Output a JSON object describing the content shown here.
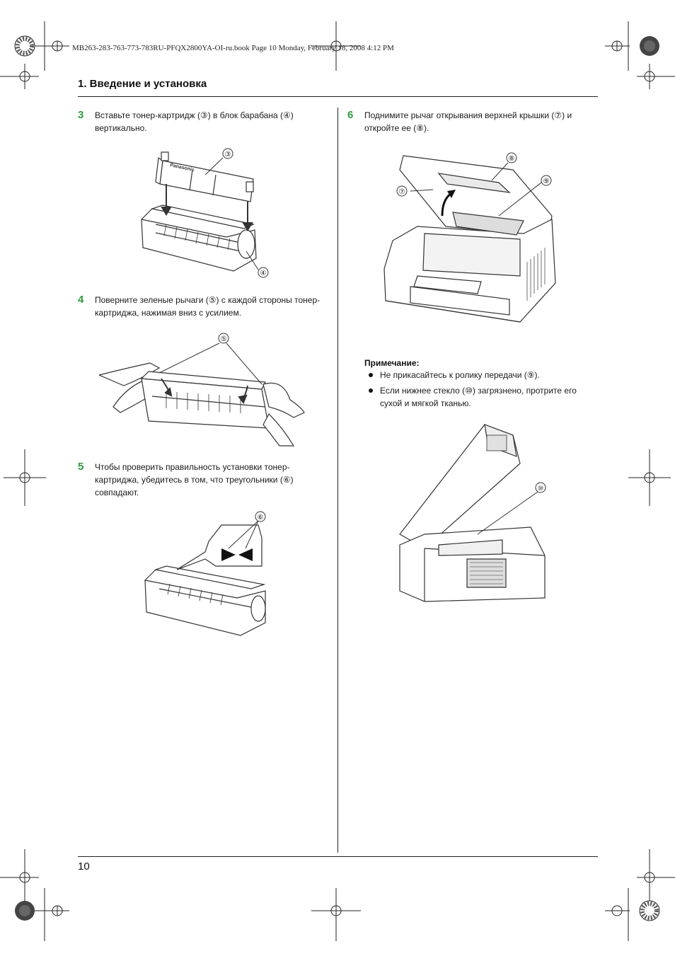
{
  "header": {
    "book_line": "MB263-283-763-773-783RU-PFQX2800YA-OI-ru.book  Page 10  Monday, February 18, 2008  4:12 PM",
    "section_title": "1. Введение и установка"
  },
  "steps": [
    {
      "number": "3",
      "line1": "Вставьте тонер-картридж (③) в блок барабана (④)",
      "line2": "вертикально.",
      "callouts": [
        "③",
        "④"
      ],
      "logo_text": "Panasonic"
    },
    {
      "number": "4",
      "line1": "Поверните зеленые рычаги (⑤) с каждой стороны тонер-",
      "line2": "картриджа, нажимая вниз с усилием.",
      "callouts": [
        "⑤"
      ]
    },
    {
      "number": "5",
      "line1": "Чтобы проверить правильность установки тонер-",
      "line2": "картриджа, убедитесь в том, что треугольники (⑥)",
      "line3": "совпадают.",
      "callouts": [
        "⑥"
      ]
    },
    {
      "number": "6",
      "line1": "Поднимите рычаг открывания верхней крышки (⑦) и",
      "line2": "откройте ее (⑧).",
      "callouts": [
        "⑦",
        "⑧",
        "⑨"
      ]
    }
  ],
  "note": {
    "title": "Примечание:",
    "items": [
      {
        "line1": "Не прикасайтесь к ролику передачи (⑨)."
      },
      {
        "line1": "Если нижнее стекло (⑩) загрязнено, протрите его",
        "line2": "сухой и мягкой тканью."
      }
    ],
    "callouts": [
      "⑩"
    ]
  },
  "footer": {
    "page_number": "10"
  },
  "colors": {
    "step_number": "#2e9a3c",
    "line_art": "#333333",
    "text": "#1a1a1a"
  }
}
